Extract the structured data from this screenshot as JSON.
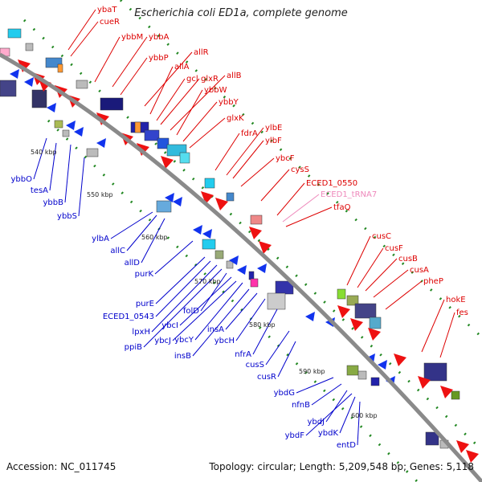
{
  "title": "Escherichia coli ED1a, complete genome",
  "footer": {
    "accession": "Accession: NC_011745",
    "summary": "Topology: circular; Length: 5,209,548 bp; Genes: 5,118"
  },
  "colors": {
    "forward_label": "#dd0000",
    "reverse_label": "#0000cc",
    "rna_label": "#ee88bb",
    "backbone": "#8a8a8a",
    "tick_marks": "#228822"
  },
  "ruler": [
    "540 kbp",
    "550 kbp",
    "560 kbp",
    "570 kbp",
    "580 kbp",
    "590 kbp",
    "600 kbp"
  ],
  "genes_top": [
    {
      "name": "ybaT",
      "kind": "forward"
    },
    {
      "name": "cueR",
      "kind": "forward"
    },
    {
      "name": "ybbM",
      "kind": "forward"
    },
    {
      "name": "ybbA",
      "kind": "forward"
    },
    {
      "name": "ybbP",
      "kind": "forward"
    },
    {
      "name": "allR",
      "kind": "forward"
    },
    {
      "name": "allA",
      "kind": "forward"
    },
    {
      "name": "gcl",
      "kind": "forward"
    },
    {
      "name": "glxR",
      "kind": "forward"
    },
    {
      "name": "allB",
      "kind": "forward"
    },
    {
      "name": "ybbW",
      "kind": "forward"
    },
    {
      "name": "ybbY",
      "kind": "forward"
    },
    {
      "name": "glxK",
      "kind": "forward"
    },
    {
      "name": "fdrA",
      "kind": "forward"
    },
    {
      "name": "ylbE",
      "kind": "forward"
    },
    {
      "name": "ylbF",
      "kind": "forward"
    },
    {
      "name": "ybcF",
      "kind": "forward"
    },
    {
      "name": "cysS",
      "kind": "forward"
    },
    {
      "name": "ECED1_0550",
      "kind": "forward"
    },
    {
      "name": "ECED1_tRNA7",
      "kind": "rna"
    },
    {
      "name": "tfaQ",
      "kind": "forward"
    },
    {
      "name": "cusC",
      "kind": "forward"
    },
    {
      "name": "cusF",
      "kind": "forward"
    },
    {
      "name": "cusB",
      "kind": "forward"
    },
    {
      "name": "cusA",
      "kind": "forward"
    },
    {
      "name": "pheP",
      "kind": "forward"
    },
    {
      "name": "hokE",
      "kind": "forward"
    },
    {
      "name": "fes",
      "kind": "forward"
    }
  ],
  "genes_bottom": [
    {
      "name": "ybbO",
      "kind": "reverse"
    },
    {
      "name": "tesA",
      "kind": "reverse"
    },
    {
      "name": "ybbB",
      "kind": "reverse"
    },
    {
      "name": "ybbS",
      "kind": "reverse"
    },
    {
      "name": "ylbA",
      "kind": "reverse"
    },
    {
      "name": "allC",
      "kind": "reverse"
    },
    {
      "name": "allD",
      "kind": "reverse"
    },
    {
      "name": "purK",
      "kind": "reverse"
    },
    {
      "name": "purE",
      "kind": "reverse"
    },
    {
      "name": "ECED1_0543",
      "kind": "reverse"
    },
    {
      "name": "lpxH",
      "kind": "reverse"
    },
    {
      "name": "ppiB",
      "kind": "reverse"
    },
    {
      "name": "folD",
      "kind": "reverse"
    },
    {
      "name": "ybcI",
      "kind": "reverse"
    },
    {
      "name": "ybcJ",
      "kind": "reverse"
    },
    {
      "name": "ybcY",
      "kind": "reverse"
    },
    {
      "name": "insB",
      "kind": "reverse"
    },
    {
      "name": "insA",
      "kind": "reverse"
    },
    {
      "name": "ybcH",
      "kind": "reverse"
    },
    {
      "name": "nfrA",
      "kind": "reverse"
    },
    {
      "name": "cusS",
      "kind": "reverse"
    },
    {
      "name": "cusR",
      "kind": "reverse"
    },
    {
      "name": "ybdG",
      "kind": "reverse"
    },
    {
      "name": "nfnB",
      "kind": "reverse"
    },
    {
      "name": "ybdJ",
      "kind": "reverse"
    },
    {
      "name": "ybdF",
      "kind": "reverse"
    },
    {
      "name": "ybdK",
      "kind": "reverse"
    },
    {
      "name": "entD",
      "kind": "reverse"
    }
  ]
}
